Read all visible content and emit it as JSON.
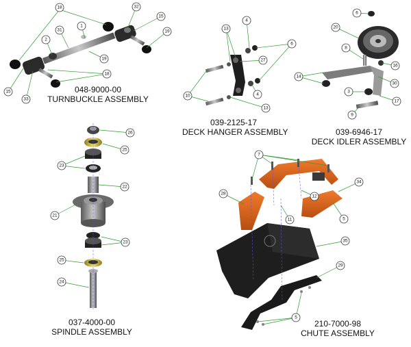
{
  "assemblies": {
    "turnbuckle": {
      "part_number": "048-9000-00",
      "name": "TURNBUCKLE ASSEMBLY",
      "callouts": [
        "18",
        "32",
        "15",
        "1",
        "31",
        "2",
        "19",
        "19",
        "18",
        "15",
        "33"
      ]
    },
    "deck_hanger": {
      "part_number": "039-2125-17",
      "name": "DECK HANGER ASSEMBLY",
      "callouts": [
        "13",
        "4",
        "6",
        "27",
        "10",
        "4",
        "13"
      ]
    },
    "deck_idler": {
      "part_number": "039-6946-17",
      "name": "DECK IDLER ASSEMBLY",
      "callouts": [
        "6",
        "20",
        "8",
        "16",
        "14",
        "30",
        "3",
        "17",
        "9"
      ]
    },
    "spindle": {
      "part_number": "037-4000-00",
      "name": "SPINDLE ASSEMBLY",
      "callouts": [
        "26",
        "25",
        "23",
        "22",
        "21",
        "23",
        "25",
        "24"
      ]
    },
    "chute": {
      "part_number": "210-7000-98",
      "name": "CHUTE ASSEMBLY",
      "callouts": [
        "7",
        "34",
        "28",
        "12",
        "11",
        "5",
        "35",
        "29",
        "5"
      ]
    }
  },
  "colors": {
    "leader": "#2e9b2e",
    "part_dark": "#1c1c1c",
    "part_gray": "#8a8a8a",
    "bracket_orange": "#d8641e",
    "chute_black": "#222222",
    "dashed": "#5555ff"
  }
}
